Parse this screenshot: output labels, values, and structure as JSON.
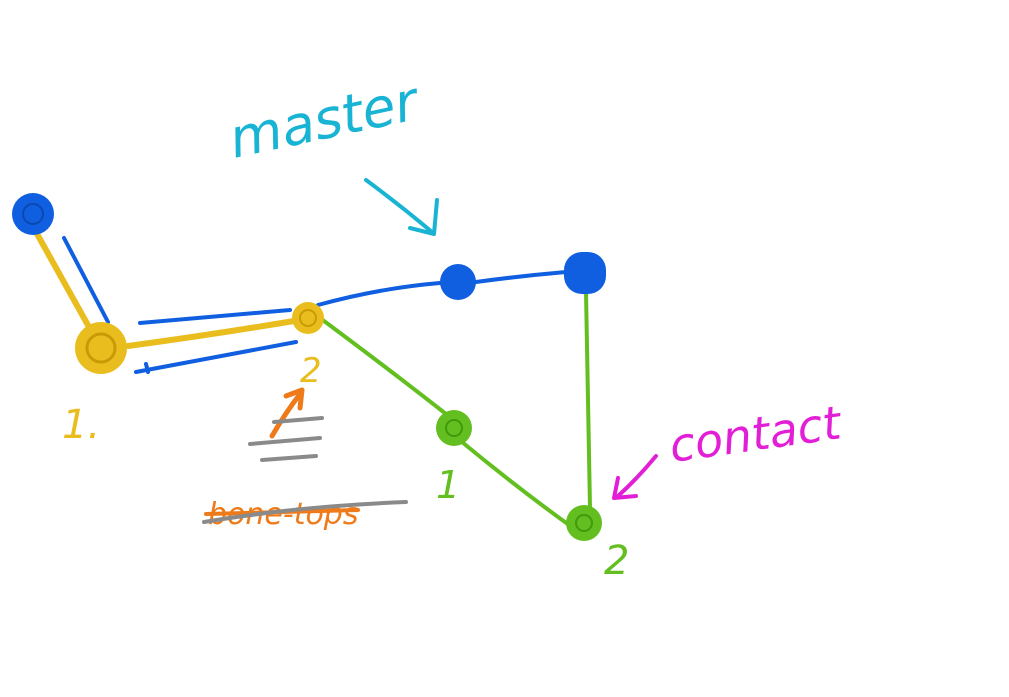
{
  "colors": {
    "blue": "#0f5fe0",
    "yellow": "#e9bd1e",
    "green": "#62bf1f",
    "cyan": "#19b4d4",
    "magenta": "#e21fd6",
    "orange": "#ef7a1a",
    "gray": "#8a8a8a"
  },
  "labels": {
    "master": "master",
    "contact": "contact",
    "yellow_1": "1.",
    "yellow_2": "2",
    "green_1": "1",
    "green_2": "2",
    "struck_note": "bone-tops"
  }
}
